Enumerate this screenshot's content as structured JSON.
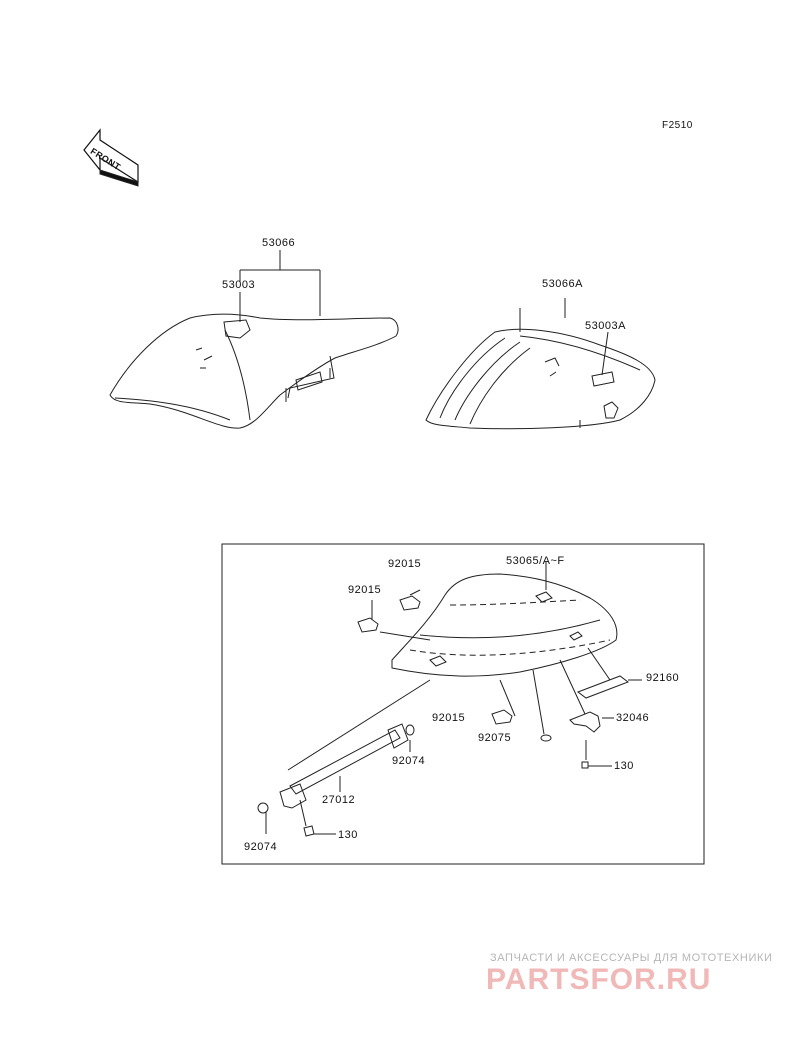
{
  "figure_code": "F2510",
  "front_arrow_label": "FRONT",
  "labels": {
    "l53066": "53066",
    "l53003": "53003",
    "l53066A": "53066A",
    "l53003A": "53003A",
    "l92015_top": "92015",
    "l92015_left": "92015",
    "l53065": "53065/A~F",
    "l92160": "92160",
    "l92015_low": "92015",
    "l32046": "32046",
    "l92075": "92075",
    "l130_right": "130",
    "l92074_right": "92074",
    "l27012": "27012",
    "l130_left": "130",
    "l92074_left": "92074"
  },
  "watermark": {
    "top_text": "ЗАПЧАСТИ И АКСЕССУАРЫ ДЛЯ МОТОТЕХНИКИ",
    "logo_text": "PARTSFOR.RU"
  }
}
